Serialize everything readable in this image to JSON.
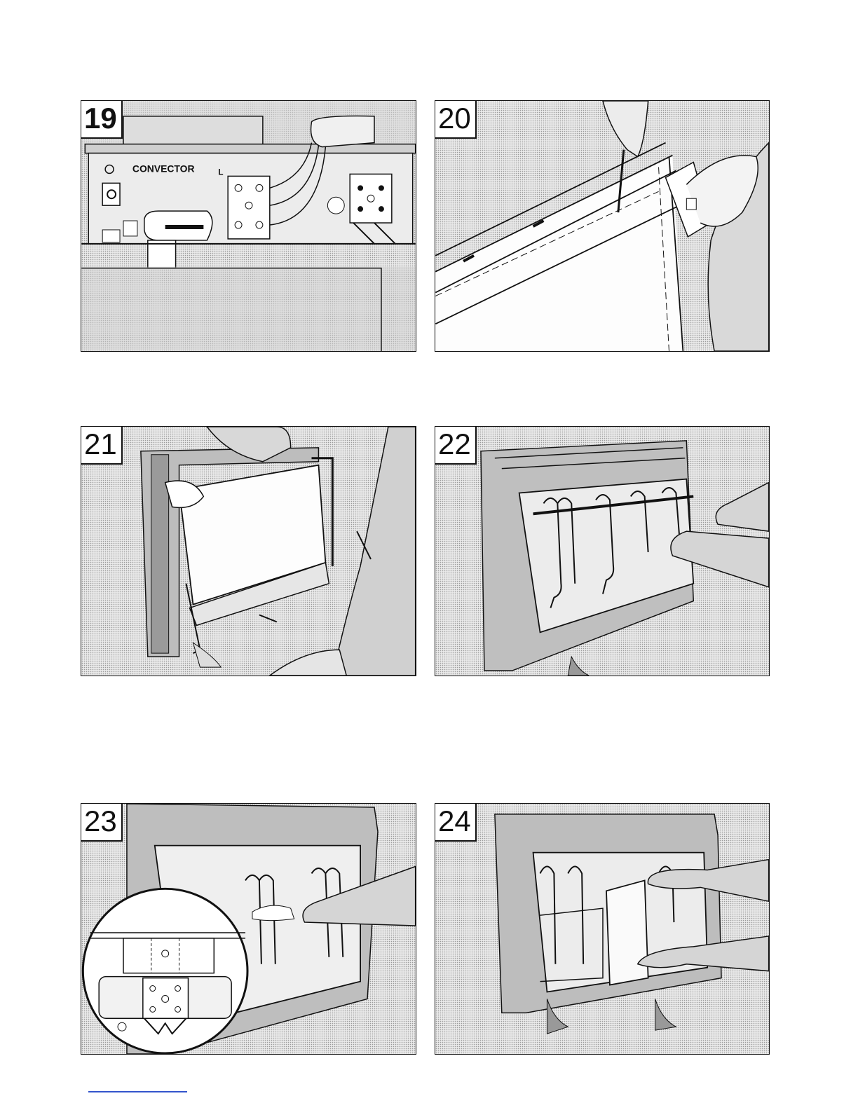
{
  "figures": [
    {
      "id": "p19",
      "number": "19",
      "caption_text": "CONVECTOR",
      "terminal_letter": "L"
    },
    {
      "id": "p20",
      "number": "20"
    },
    {
      "id": "p21",
      "number": "21"
    },
    {
      "id": "p22",
      "number": "22"
    },
    {
      "id": "p23",
      "number": "23"
    },
    {
      "id": "p24",
      "number": "24"
    }
  ]
}
